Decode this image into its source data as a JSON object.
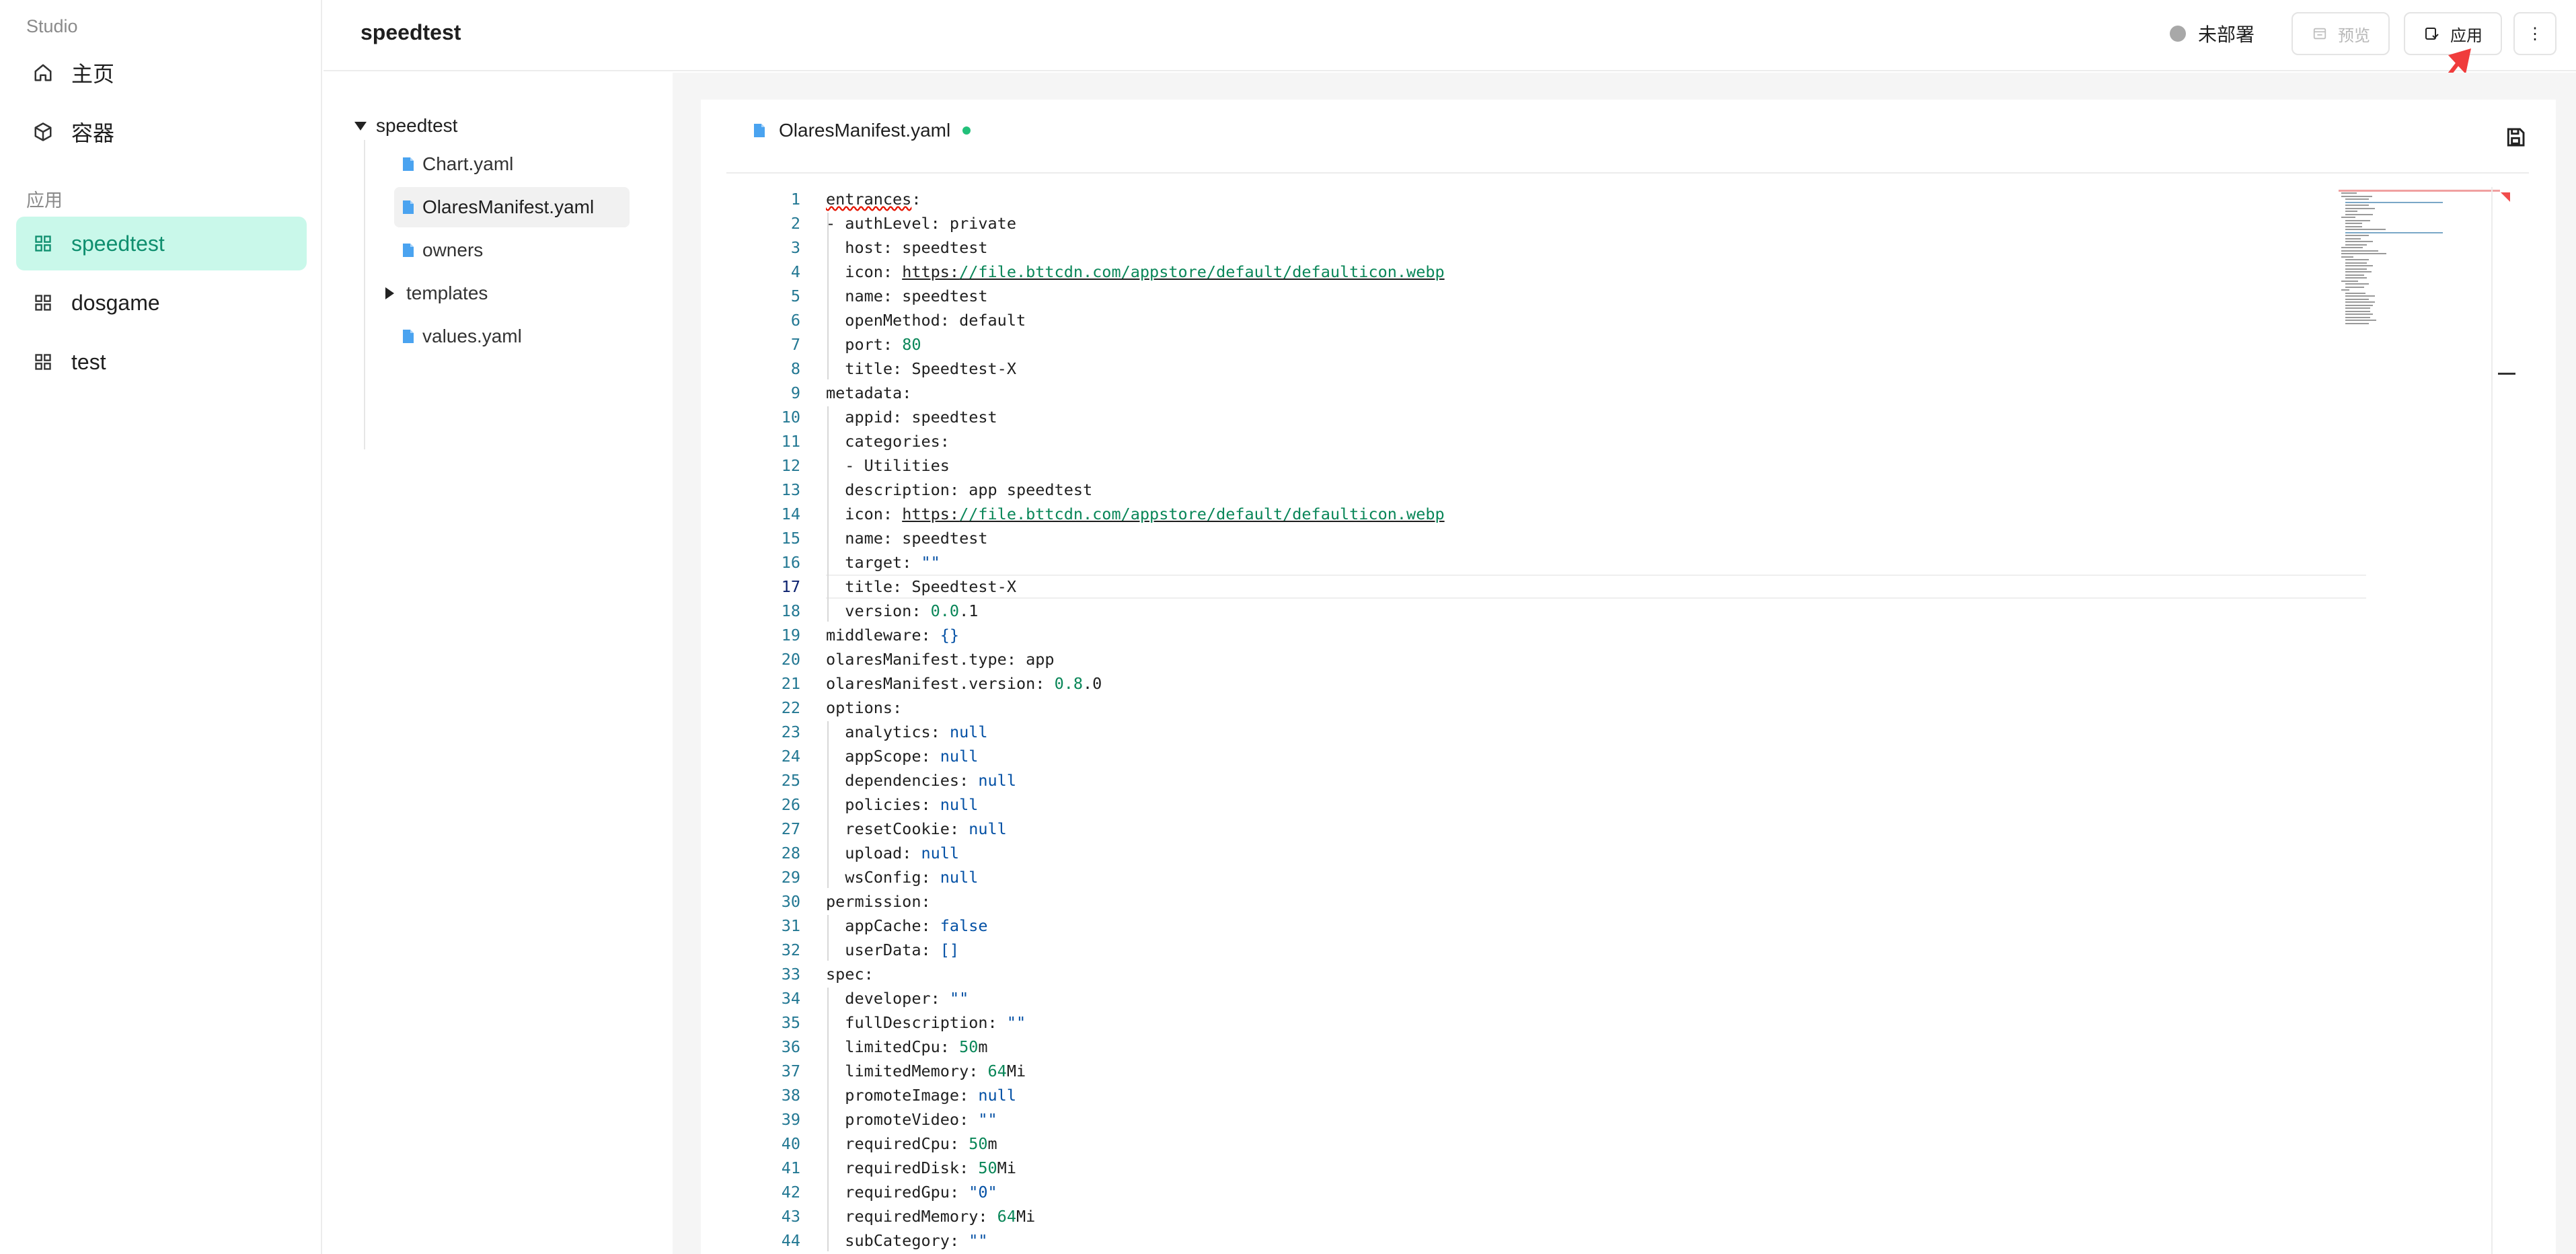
{
  "sidebar": {
    "studio_label": "Studio",
    "home_label": "主页",
    "containers_label": "容器",
    "apps_section_label": "应用",
    "apps": [
      {
        "label": "speedtest"
      },
      {
        "label": "dosgame"
      },
      {
        "label": "test"
      }
    ],
    "accent": "#0f8f6f",
    "active_bg": "#c9f8ea"
  },
  "header": {
    "title": "speedtest",
    "status_text": "未部署",
    "preview_label": "预览",
    "apply_label": "应用",
    "more_label": "⋮"
  },
  "tree": {
    "root": "speedtest",
    "files": [
      {
        "name": "Chart.yaml"
      },
      {
        "name": "OlaresManifest.yaml"
      },
      {
        "name": "owners"
      },
      {
        "name": "templates"
      },
      {
        "name": "values.yaml"
      }
    ]
  },
  "editor": {
    "tab_file": "OlaresManifest.yaml",
    "current_line": 17,
    "lines": [
      "entrances:",
      "- authLevel: private",
      "  host: speedtest",
      "  icon: https://file.bttcdn.com/appstore/default/defaulticon.webp",
      "  name: speedtest",
      "  openMethod: default",
      "  port: 80",
      "  title: Speedtest-X",
      "metadata:",
      "  appid: speedtest",
      "  categories:",
      "  - Utilities",
      "  description: app speedtest",
      "  icon: https://file.bttcdn.com/appstore/default/defaulticon.webp",
      "  name: speedtest",
      "  target: \"\"",
      "  title: Speedtest-X",
      "  version: 0.0.1",
      "middleware: {}",
      "olaresManifest.type: app",
      "olaresManifest.version: 0.8.0",
      "options:",
      "  analytics: null",
      "  appScope: null",
      "  dependencies: null",
      "  policies: null",
      "  resetCookie: null",
      "  upload: null",
      "  wsConfig: null",
      "permission:",
      "  appCache: false",
      "  userData: []",
      "spec:",
      "  developer: \"\"",
      "  fullDescription: \"\"",
      "  limitedCpu: 50m",
      "  limitedMemory: 64Mi",
      "  promoteImage: null",
      "  promoteVideo: \"\"",
      "  requiredCpu: 50m",
      "  requiredDisk: 50Mi",
      "  requiredGpu: \"0\"",
      "  requiredMemory: 64Mi",
      "  subCategory: \"\""
    ]
  }
}
